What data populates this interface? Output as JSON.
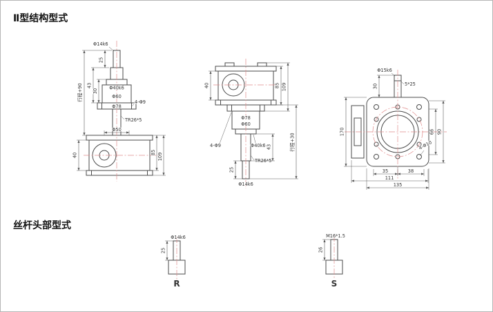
{
  "titles": {
    "section1": "Ⅱ型结构型式",
    "section2": "丝杆头部型式"
  },
  "colors": {
    "outline": "#4a4a4a",
    "centerline": "#e08a8a",
    "dimension": "#5a5a5a",
    "text": "#333333",
    "title": "#111111",
    "border": "#b5b5b5"
  },
  "view1": {
    "phi14": "Φ14k6",
    "dim25": "25",
    "stroke": "行程+90",
    "dim43": "43",
    "dim30": "30",
    "phi40": "Φ40k6",
    "phi60": "Φ60",
    "phi78": "Φ78",
    "holes": "4-Φ9",
    "thread": "TR26*5",
    "phi50": "Φ50",
    "dim40": "40",
    "dim85": "85",
    "dim109": "109"
  },
  "view2": {
    "dim40": "40",
    "holes": "4-Φ9",
    "phi40": "Φ40k6",
    "phi78": "Φ78",
    "phi60": "Φ60",
    "thread": "TR26*5",
    "dim43": "43",
    "dim25": "25",
    "phi14": "Φ14k6",
    "dim85": "85",
    "dim109": "109",
    "stroke": "行程+30"
  },
  "view3": {
    "phi15": "Φ15k6",
    "dim30": "30",
    "key": "5*25",
    "dim170": "170",
    "dim66": "66",
    "dim90": "90",
    "holes": "4-Φ10",
    "dim35": "35",
    "dim38": "38",
    "dim111": "111",
    "dim135": "135"
  },
  "heads": {
    "r": {
      "phi": "Φ14k6",
      "dim": "25",
      "label": "R"
    },
    "s": {
      "thread": "M16*1.5",
      "dim": "26",
      "label": "S"
    }
  }
}
